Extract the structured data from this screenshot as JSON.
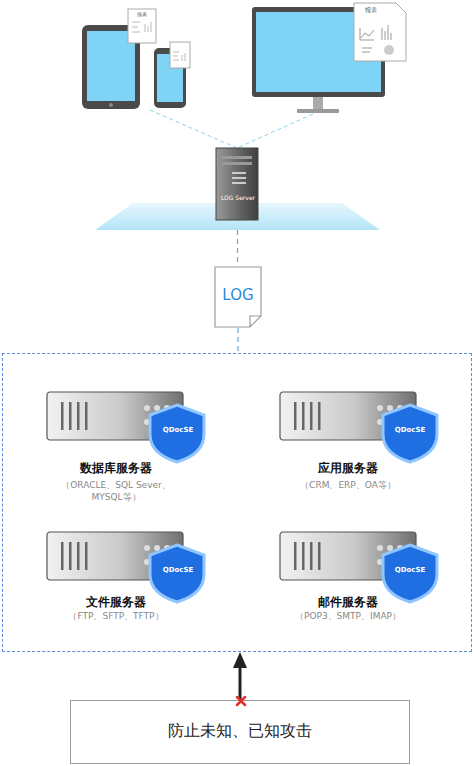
{
  "diagram": {
    "nodes": [
      {
        "text": [
          "LOG Server"
        ]
      },
      {
        "text": [
          "LOG"
        ]
      },
      {
        "text": []
      },
      {
        "text": [
          "QDocSE",
          "数据库服务器",
          "（ORACLE、SQL Sever、 MYSQL等）"
        ],
        "in": 2
      },
      {
        "text": [
          "QDocSE",
          "应用服务器",
          "（CRM、ERP、OA等）"
        ],
        "in": 2
      },
      {
        "text": [
          "QDocSE",
          "文件服务器",
          "（FTP、SFTP、TFTP）"
        ],
        "in": 2
      },
      {
        "text": [
          "QDocSE",
          "邮件服务器",
          "（POP3、SMTP、IMAP）"
        ],
        "in": 2
      },
      {
        "text": [
          "防止未知、已知攻击"
        ]
      }
    ],
    "edges": [
      {
        "from": 0,
        "to": 1,
        "arrow": "none"
      },
      {
        "from": 1,
        "to": 2,
        "arrow": "none"
      },
      {
        "from": 7,
        "to": 2,
        "arrow": "to"
      }
    ],
    "labels": [
      "报表",
      "报表"
    ]
  }
}
